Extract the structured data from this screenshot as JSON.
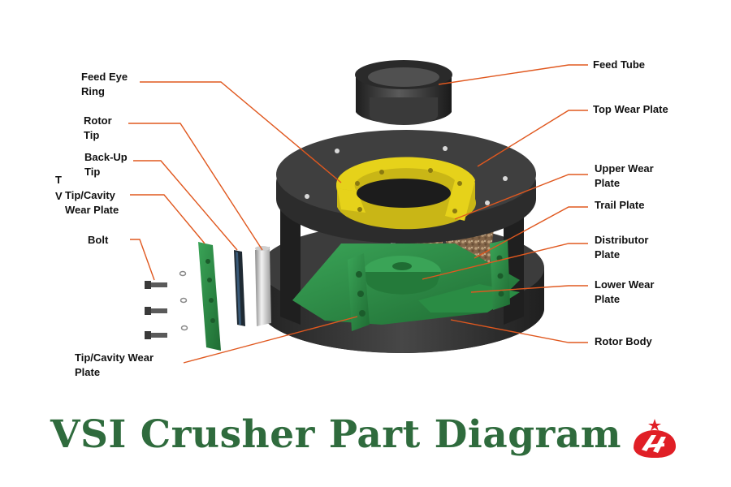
{
  "title": "VSI Crusher Part Diagram",
  "colors": {
    "title_green": "#2f6b3d",
    "leader_orange": "#e0581f",
    "part_green": "#2f8f46",
    "feed_eye_yellow": "#e6d21a",
    "body_dark": "#3a3a3a",
    "logo_red": "#e01f26"
  },
  "labels": {
    "feed_eye_ring": [
      "Feed Eye",
      "Ring"
    ],
    "rotor_tip": [
      "Rotor",
      "Tip"
    ],
    "back_up_tip": [
      "Back-Up",
      "Tip"
    ],
    "tip_cavity_wear_plate_upper": [
      "Tip/Cavity",
      "Wear Plate"
    ],
    "bolt": [
      "Bolt"
    ],
    "tip_cavity_wear_plate_lower": [
      "Tip/Cavity Wear",
      "Plate"
    ],
    "feed_tube": [
      "Feed Tube"
    ],
    "top_wear_plate": [
      "Top Wear Plate"
    ],
    "upper_wear_plate": [
      "Upper Wear",
      "Plate"
    ],
    "trail_plate": [
      "Trail Plate"
    ],
    "distributor_plate": [
      "Distributor",
      "Plate"
    ],
    "lower_wear_plate": [
      "Lower Wear",
      "Plate"
    ],
    "rotor_body": [
      "Rotor Body"
    ]
  },
  "fragments": [
    "T",
    "V"
  ],
  "logo_icon": "company-logo-icon"
}
